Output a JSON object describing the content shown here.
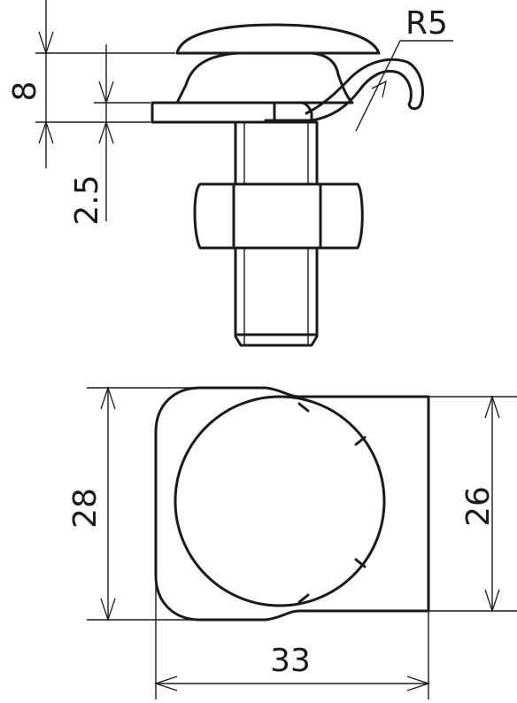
{
  "drawing": {
    "labels": {
      "radius": "R5",
      "height_clamp": "8",
      "thickness_plate": "2.5",
      "width_left": "28",
      "width_right": "26",
      "length_bottom": "33"
    }
  }
}
